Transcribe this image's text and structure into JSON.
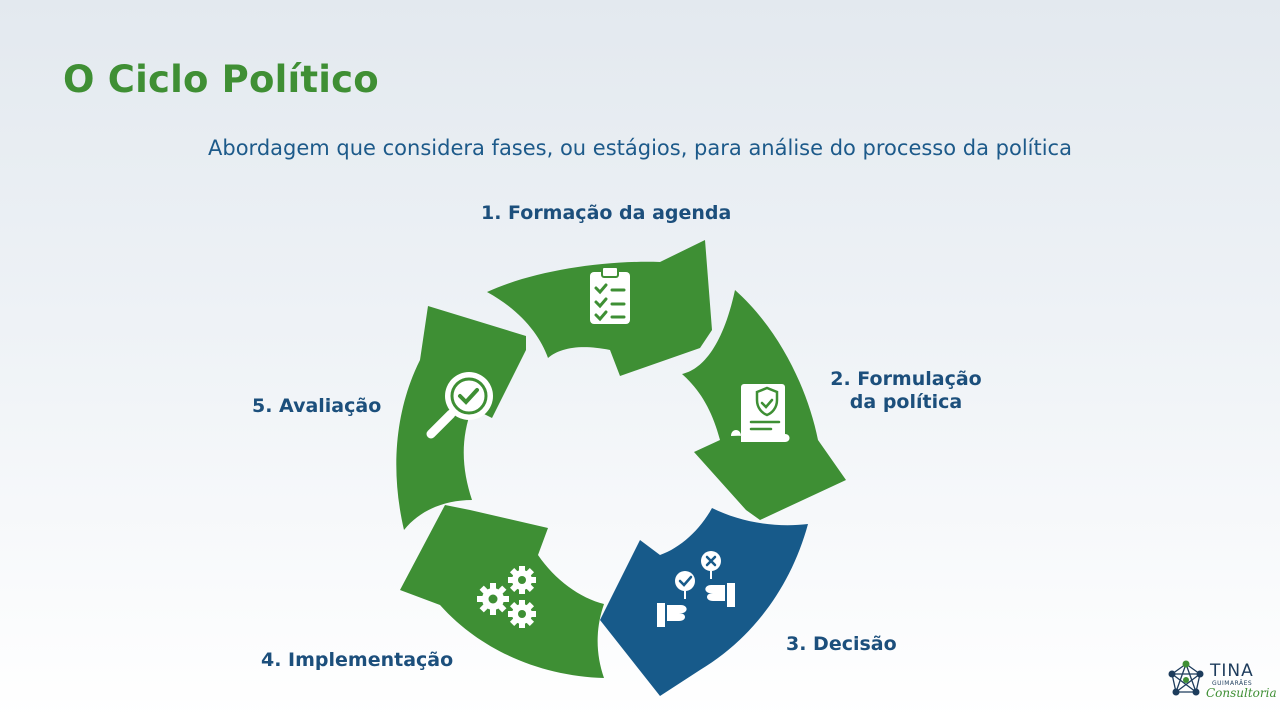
{
  "title": "O Ciclo Político",
  "subtitle": "Abordagem que considera fases, ou estágios, para análise do processo da política",
  "cycle": {
    "stages": [
      {
        "label": "1. Formação da agenda",
        "icon": "clipboard-checklist-icon",
        "color": "#3e8f34"
      },
      {
        "label_line1": "2. Formulação",
        "label_line2": "da política",
        "icon": "policy-document-icon",
        "color": "#3e8f34"
      },
      {
        "label": "3. Decisão",
        "icon": "decision-hands-icon",
        "color": "#175a8a"
      },
      {
        "label": "4. Implementação",
        "icon": "gears-icon",
        "color": "#3e8f34"
      },
      {
        "label": "5. Avaliação",
        "icon": "magnifier-check-icon",
        "color": "#3e8f34"
      }
    ]
  },
  "logo": {
    "name": "TINA",
    "line1": "GUIMARÃES",
    "line2": "Consultoria",
    "colors": {
      "primary": "#1d3c5c",
      "accent": "#3f8f34"
    }
  }
}
